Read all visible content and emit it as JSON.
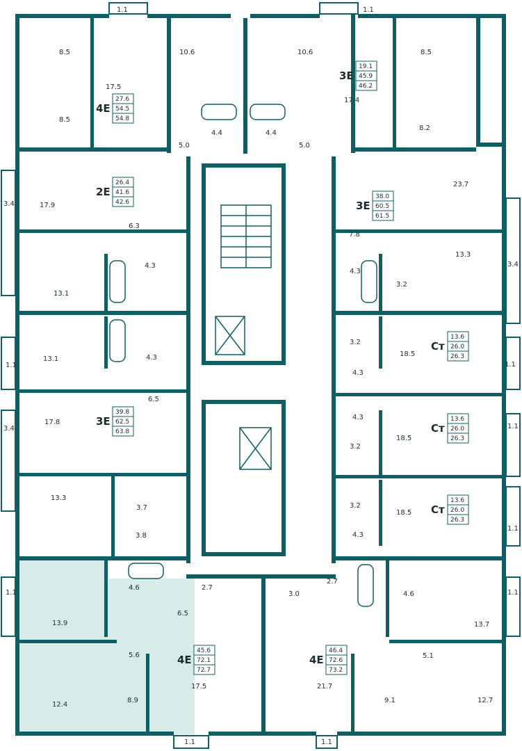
{
  "colors": {
    "wall": "#0e5e63",
    "highlight": "#d7ebe8",
    "background": "#ffffff",
    "text": "#1c2b2d"
  },
  "units": [
    {
      "id": "u4e_nw",
      "code": "4E",
      "areas": [
        "27.6",
        "54.5",
        "54.8"
      ]
    },
    {
      "id": "u3e_ne",
      "code": "3E",
      "areas": [
        "19.1",
        "45.9",
        "46.2"
      ]
    },
    {
      "id": "u2e_w",
      "code": "2E",
      "areas": [
        "26.4",
        "41.6",
        "42.6"
      ]
    },
    {
      "id": "u3e_e",
      "code": "3E",
      "areas": [
        "38.0",
        "60.5",
        "61.5"
      ]
    },
    {
      "id": "ust_e1",
      "code": "Ст",
      "areas": [
        "13.6",
        "26.0",
        "26.3"
      ]
    },
    {
      "id": "u3e_w",
      "code": "3E",
      "areas": [
        "39.8",
        "62.5",
        "63.8"
      ]
    },
    {
      "id": "ust_e2",
      "code": "Ст",
      "areas": [
        "13.6",
        "26.0",
        "26.3"
      ]
    },
    {
      "id": "ust_e3",
      "code": "Ст",
      "areas": [
        "13.6",
        "26.0",
        "26.3"
      ]
    },
    {
      "id": "u4e_s",
      "code": "4E",
      "areas": [
        "45.6",
        "72.1",
        "72.7"
      ],
      "highlighted": true
    },
    {
      "id": "u4e_se",
      "code": "4E",
      "areas": [
        "46.4",
        "72.6",
        "73.2"
      ]
    }
  ],
  "room_areas": [
    "1.1",
    "1.1",
    "8.5",
    "10.6",
    "10.6",
    "8.5",
    "17.5",
    "17.4",
    "8.5",
    "8.2",
    "4.4",
    "4.4",
    "5.0",
    "5.0",
    "23.7",
    "3.4",
    "17.9",
    "6.3",
    "7.8",
    "13.3",
    "3.4",
    "4.3",
    "4.3",
    "3.2",
    "13.1",
    "13.1",
    "3.2",
    "18.5",
    "1.1",
    "4.3",
    "1.1",
    "6.5",
    "4.3",
    "4.3",
    "17.8",
    "3.2",
    "18.5",
    "1.1",
    "3.4",
    "3.7",
    "3.2",
    "18.5",
    "13.3",
    "1.1",
    "3.8",
    "4.3",
    "2.7",
    "4.6",
    "2.7",
    "4.6",
    "1.1",
    "3.0",
    "1.1",
    "13.9",
    "6.5",
    "13.7",
    "5.6",
    "5.1",
    "21.7",
    "12.4",
    "8.9",
    "17.5",
    "9.1",
    "12.7",
    "1.1",
    "1.1"
  ]
}
